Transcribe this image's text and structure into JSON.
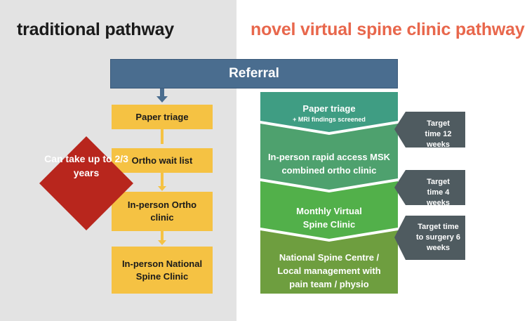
{
  "headings": {
    "traditional": "traditional pathway",
    "novel": "novel virtual spine clinic pathway"
  },
  "referral": "Referral",
  "traditional_steps": [
    "Paper triage",
    "Ortho wait list",
    "In-person Ortho clinic",
    "In-person National Spine Clinic"
  ],
  "wait_note": "Can take up to 2/3 years",
  "novel_steps": [
    {
      "label": "Paper triage",
      "sub": "+ MRI findings screened"
    },
    {
      "label": "In-person rapid access MSK combined ortho clinic"
    },
    {
      "label": "Monthly Virtual Spine Clinic"
    },
    {
      "label": "National Spine Centre / Local management with pain team / physio"
    }
  ],
  "targets": [
    "Target time 12 weeks",
    "Target time 4 weeks",
    "Target time to surgery 6 weeks"
  ],
  "colors": {
    "traditional_bg": "#e3e3e3",
    "novel_heading": "#e8674c",
    "referral": "#4a6d8f",
    "traditional_box": "#f5c243",
    "wait_diamond": "#b8261d",
    "chevron_1": "#3f9d83",
    "chevron_2": "#4ea16e",
    "chevron_3": "#52b04a",
    "chevron_4": "#6e9e3f",
    "target_tag": "#4f5b60"
  }
}
